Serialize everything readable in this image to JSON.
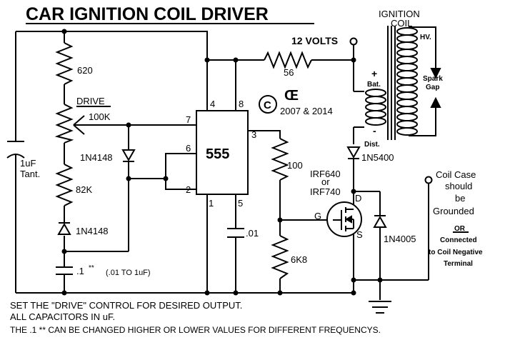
{
  "title": "CAR IGNITION COIL DRIVER",
  "supply_label": "12 VOLTS",
  "ignition_coil_label_1": "IGNITION",
  "ignition_coil_label_2": "COIL",
  "hv_label": "HV.",
  "spark_label": "Spark",
  "gap_label": "Gap",
  "bat_label": "Bat.",
  "dist_label": "Dist.",
  "plus_sign": "+",
  "minus_sign": "-",
  "copyright_symbol": "C",
  "copyright_years": "2007 & 2014",
  "chip_label": "555",
  "pins": {
    "p4": "4",
    "p8": "8",
    "p7": "7",
    "p6": "6",
    "p2": "2",
    "p3": "3",
    "p1": "1",
    "p5": "5"
  },
  "components": {
    "r620": "620",
    "drive_label": "DRIVE",
    "pot_100k": "100K",
    "r56": "56",
    "cap_tant_1": "1uF",
    "cap_tant_2": "Tant.",
    "diode_1n4148_a": "1N4148",
    "r82k": "82K",
    "diode_1n4148_b": "1N4148",
    "r100": "100",
    "mosfet_1": "IRF640",
    "mosfet_or": "or",
    "mosfet_2": "IRF740",
    "gate": "G",
    "drain": "D",
    "source": "S",
    "diode_1n5400": "1N5400",
    "diode_1n4005": "1N4005",
    "cap_01": ".01",
    "r6k8": "6K8",
    "cap_timing": ".1",
    "cap_timing_mark": "**",
    "cap_timing_note": "(.01 TO 1uF)"
  },
  "case_note": {
    "line1": "Coil Case",
    "line2": "should",
    "line3": "be",
    "line4": "Grounded",
    "or": "OR",
    "line5": "Connected",
    "line6": "to Coil Negative",
    "line7": "Terminal"
  },
  "notes": {
    "line1": "SET THE \"DRIVE\" CONTROL FOR DESIRED OUTPUT.",
    "line2": "ALL CAPACITORS IN uF.",
    "line3": "THE .1 ** CAN BE CHANGED HIGHER OR LOWER VALUES FOR DIFFERENT FREQUENCYS."
  }
}
